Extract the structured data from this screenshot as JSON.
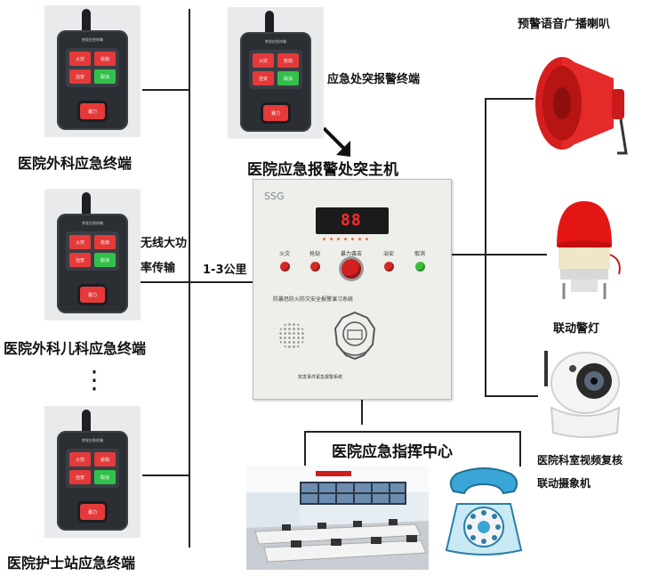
{
  "labels": {
    "terminal_surgery": "医院外科应急终端",
    "terminal_pediatric": "医院外科儿科应急终端",
    "terminal_nurse": "医院护士站应急终端",
    "terminal_incident": "应急处突报警终端",
    "host_title": "医院应急报警处突主机",
    "wireless": "无线大功",
    "wireless2": "率传输",
    "range": "1-3公里",
    "horn": "预警语音广播喇叭",
    "beacon": "联动警灯",
    "camera1": "医院科室视频复核",
    "camera2": "联动摄象机",
    "command_center": "医院应急指挥中心",
    "ellipsis": "⋮"
  },
  "terminal_device": {
    "label": "突发应急终端",
    "key1": "火灾",
    "key2": "抢劫",
    "key3": "治安",
    "key4": "取消",
    "big_key": "暴力"
  },
  "host": {
    "brand": "SSG",
    "digits": "88",
    "buttons": [
      "火灾",
      "抢劫",
      "暴力袭击",
      "治安",
      "取消"
    ],
    "system_name": "防暴恐防火防灾安全报警演习系统",
    "sub_name": "突发事件紧急报警系统"
  },
  "colors": {
    "alarm_red": "#e43a3a",
    "ok_green": "#33c04a",
    "device_dark": "#2b2e33"
  }
}
